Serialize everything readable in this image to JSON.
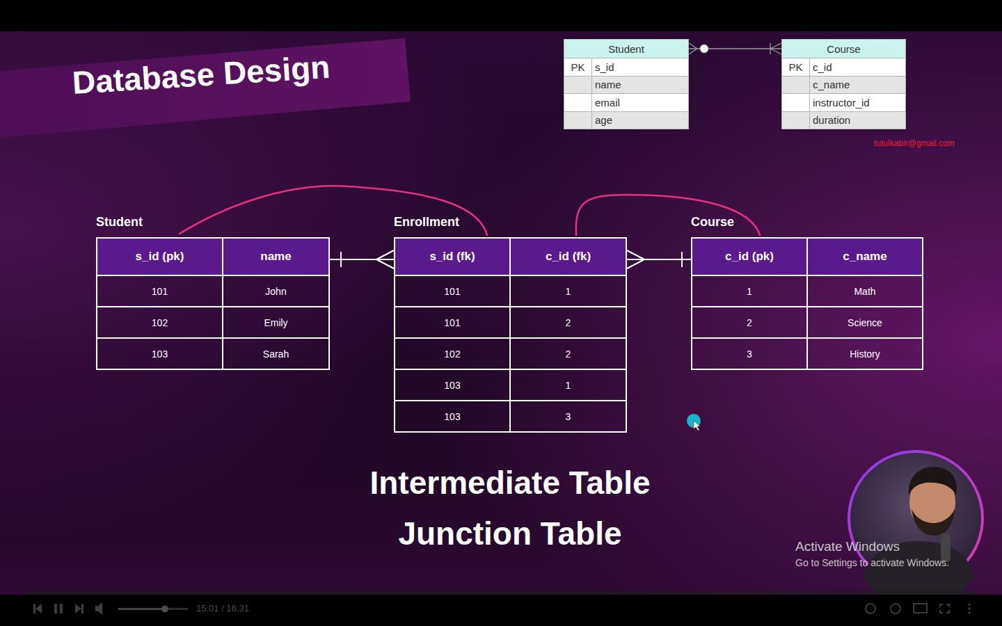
{
  "diagram": {
    "title": "Database Design",
    "nodes": [
      {
        "text": [
          "Student",
          "PK",
          "s_id",
          "name",
          "email",
          "age"
        ]
      },
      {
        "text": [
          "Course",
          "PK",
          "c_id",
          "c_name",
          "instructor_id",
          "duration"
        ]
      },
      {
        "text": [
          "Student",
          "s_id (pk)",
          "name",
          "101",
          "John",
          "102",
          "Emily",
          "103",
          "Sarah"
        ]
      },
      {
        "text": [
          "Enrollment",
          "s_id (fk)",
          "c_id (fk)",
          "101",
          "1",
          "101",
          "2",
          "102",
          "2",
          "103",
          "1",
          "103",
          "3"
        ]
      },
      {
        "text": [
          "Course",
          "c_id (pk)",
          "c_name",
          "1",
          "Math",
          "2",
          "Science",
          "3",
          "History"
        ]
      }
    ],
    "edges": [
      {
        "from": 0,
        "to": 1,
        "arrow": "both"
      },
      {
        "from": 2,
        "to": 3,
        "arrow": "both"
      },
      {
        "from": 3,
        "to": 4,
        "arrow": "both"
      }
    ],
    "labels": [
      "tutulkabir@gmail.com",
      "Intermediate Table",
      "Junction Table",
      "Activate Windows",
      "Go to Settings to activate Windows.",
      "15:01 / 16:31"
    ]
  }
}
